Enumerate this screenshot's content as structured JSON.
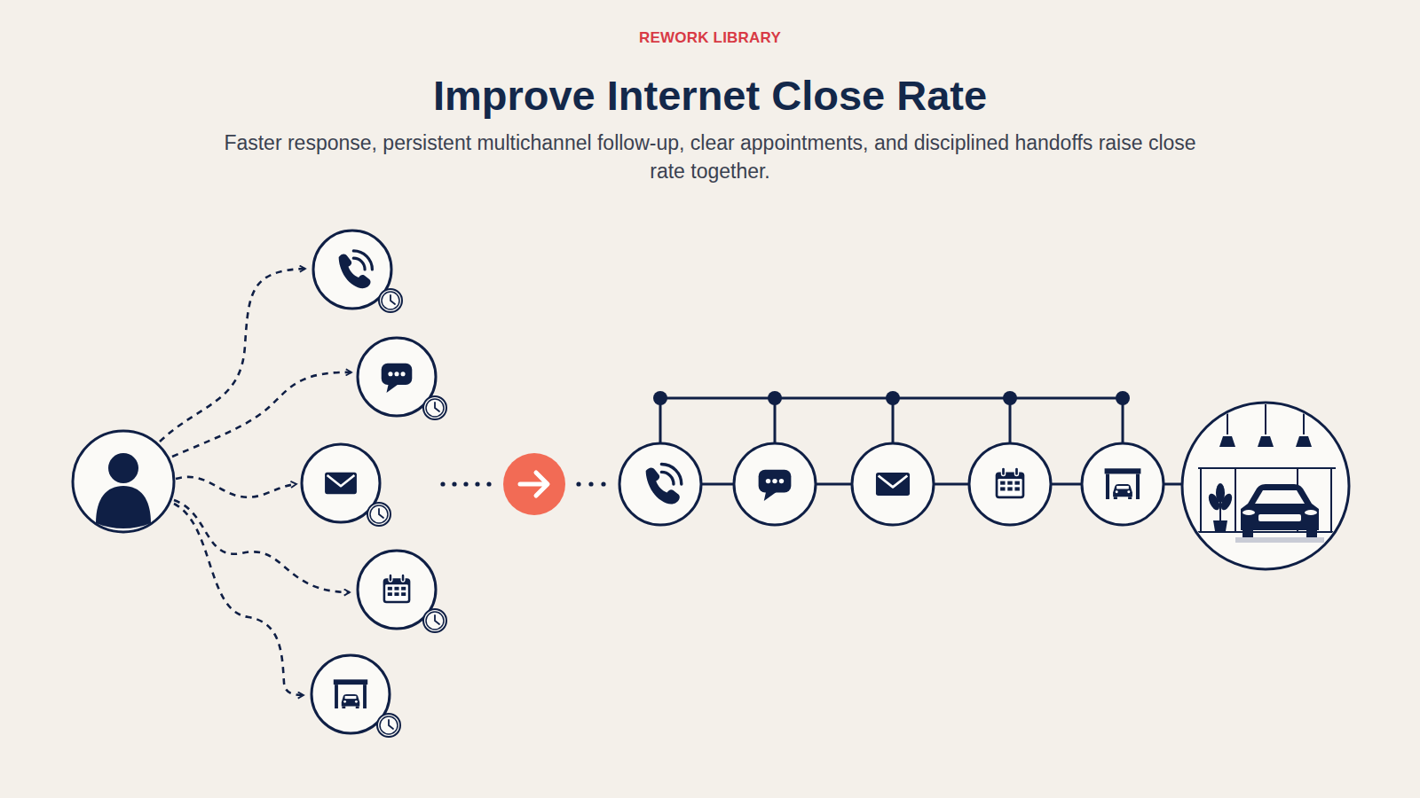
{
  "diagram": {
    "title": "Improve Internet Close Rate",
    "caption": "Faster response, persistent multichannel follow-up, clear appointments, and disciplined handoffs raise close rate together.",
    "labels": [
      "REWORK LIBRARY"
    ]
  }
}
